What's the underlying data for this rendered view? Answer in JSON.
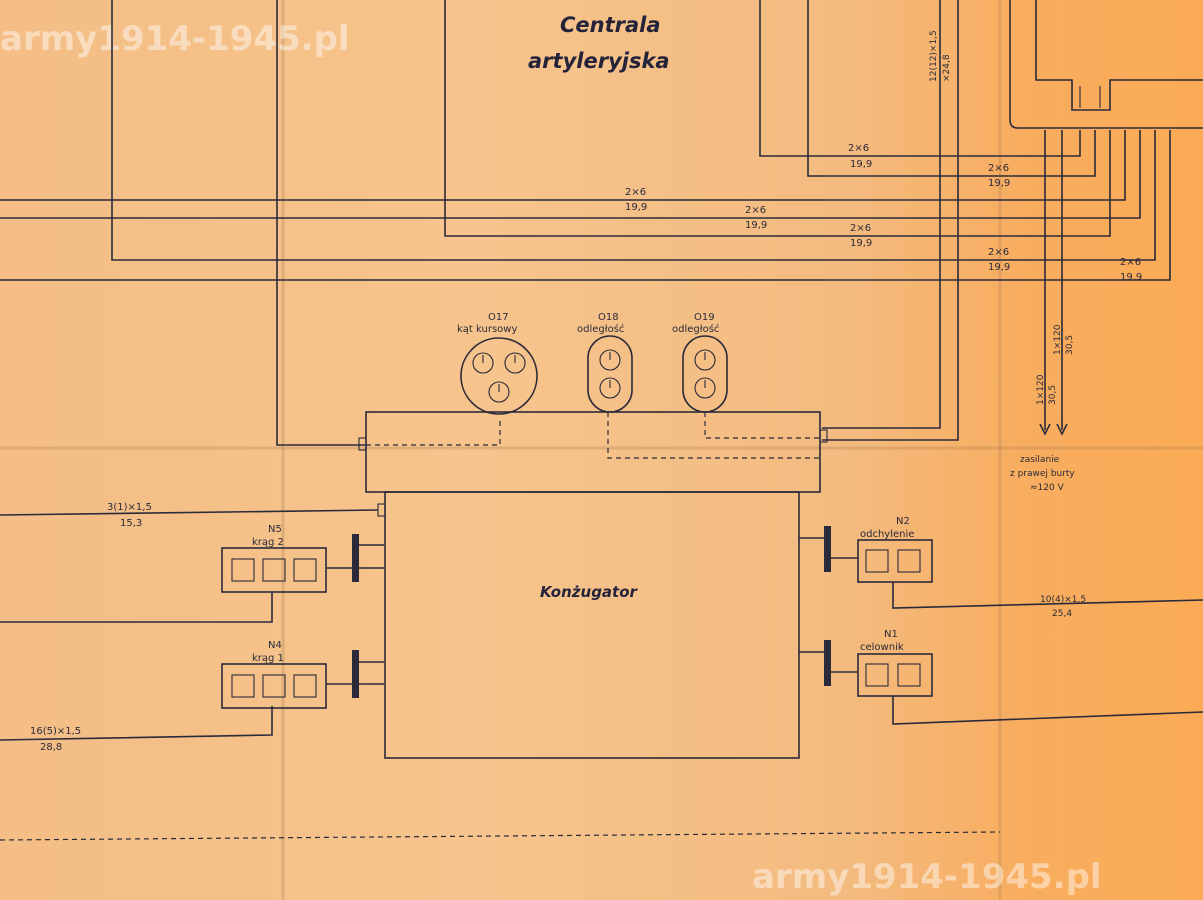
{
  "watermark": "army1914-1945.pl",
  "centrala": {
    "line1": "Centrala",
    "line2": "artyleryjska"
  },
  "konzugator": "Konżugator",
  "wire_labels": {
    "w_top1": {
      "spec": "2×6",
      "len": "19,9"
    },
    "w_top2": {
      "spec": "2×6",
      "len": "19,9"
    },
    "w_mid1": {
      "spec": "2×6",
      "len": "19,9"
    },
    "w_mid2": {
      "spec": "2×6",
      "len": "19,9"
    },
    "w_mid3": {
      "spec": "2×6",
      "len": "19,9"
    },
    "w_low1": {
      "spec": "2×6",
      "len": "19,9"
    },
    "w_low2": {
      "spec": "2×6",
      "len": "19,9"
    },
    "w_vert": {
      "spec": "12(12)×1,5",
      "len": "×24,8"
    },
    "w_left1": {
      "spec": "3(1)×1,5",
      "len": "15,3"
    },
    "w_left2": {
      "spec": "16(5)×1,5",
      "len": "28,8"
    },
    "w_right1": {
      "spec": "10(4)×1,5",
      "len": "25,4"
    },
    "w_v1": {
      "spec": "1×120",
      "len": "30,5"
    },
    "w_v2": {
      "spec": "1×120",
      "len": "30,5"
    }
  },
  "indicators": {
    "o17": {
      "id": "O17",
      "name": "kąt kursowy"
    },
    "o18": {
      "id": "O18",
      "name": "odległość"
    },
    "o19": {
      "id": "O19",
      "name": "odległość"
    }
  },
  "boxes": {
    "n5": {
      "id": "N5",
      "name": "krąg 2"
    },
    "n4": {
      "id": "N4",
      "name": "krąg 1"
    },
    "n2": {
      "id": "N2",
      "name": "odchylenie"
    },
    "n1": {
      "id": "N1",
      "name": "celownik"
    }
  },
  "supply": {
    "line1": "zasilanie",
    "line2": "z prawej burty",
    "line3": "≈120 V"
  }
}
